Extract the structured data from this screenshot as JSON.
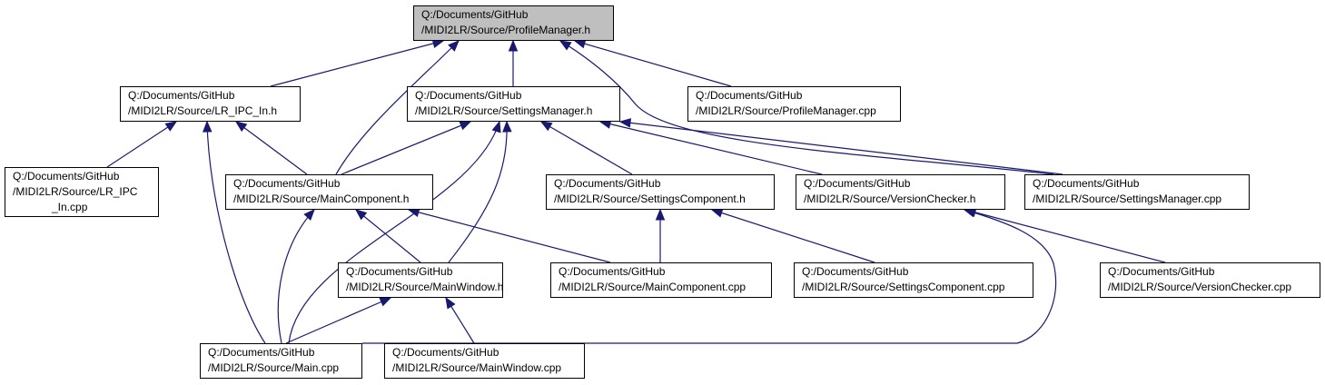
{
  "nodes": [
    {
      "id": "n0",
      "lines": [
        "Q:/Documents/GitHub",
        "/MIDI2LR/Source/ProfileManager.h"
      ],
      "root": true
    },
    {
      "id": "n1",
      "lines": [
        "Q:/Documents/GitHub",
        "/MIDI2LR/Source/LR_IPC_In.h"
      ]
    },
    {
      "id": "n2",
      "lines": [
        "Q:/Documents/GitHub",
        "/MIDI2LR/Source/SettingsManager.h"
      ]
    },
    {
      "id": "n3",
      "lines": [
        "Q:/Documents/GitHub",
        "/MIDI2LR/Source/ProfileManager.cpp"
      ]
    },
    {
      "id": "n4",
      "lines": [
        "Q:/Documents/GitHub",
        "/MIDI2LR/Source/LR_IPC",
        "_In.cpp"
      ]
    },
    {
      "id": "n5",
      "lines": [
        "Q:/Documents/GitHub",
        "/MIDI2LR/Source/MainComponent.h"
      ]
    },
    {
      "id": "n6",
      "lines": [
        "Q:/Documents/GitHub",
        "/MIDI2LR/Source/SettingsComponent.h"
      ]
    },
    {
      "id": "n7",
      "lines": [
        "Q:/Documents/GitHub",
        "/MIDI2LR/Source/VersionChecker.h"
      ]
    },
    {
      "id": "n8",
      "lines": [
        "Q:/Documents/GitHub",
        "/MIDI2LR/Source/SettingsManager.cpp"
      ]
    },
    {
      "id": "n9",
      "lines": [
        "Q:/Documents/GitHub",
        "/MIDI2LR/Source/MainWindow.h"
      ]
    },
    {
      "id": "n10",
      "lines": [
        "Q:/Documents/GitHub",
        "/MIDI2LR/Source/MainComponent.cpp"
      ]
    },
    {
      "id": "n11",
      "lines": [
        "Q:/Documents/GitHub",
        "/MIDI2LR/Source/SettingsComponent.cpp"
      ]
    },
    {
      "id": "n12",
      "lines": [
        "Q:/Documents/GitHub",
        "/MIDI2LR/Source/VersionChecker.cpp"
      ]
    },
    {
      "id": "n13",
      "lines": [
        "Q:/Documents/GitHub",
        "/MIDI2LR/Source/Main.cpp"
      ]
    },
    {
      "id": "n14",
      "lines": [
        "Q:/Documents/GitHub",
        "/MIDI2LR/Source/MainWindow.cpp"
      ]
    }
  ],
  "edges": [
    {
      "from": "n1",
      "to": "n0"
    },
    {
      "from": "n5",
      "to": "n0"
    },
    {
      "from": "n2",
      "to": "n0"
    },
    {
      "from": "n3",
      "to": "n0"
    },
    {
      "from": "n8",
      "to": "n0"
    },
    {
      "from": "n4",
      "to": "n1"
    },
    {
      "from": "n13",
      "to": "n1"
    },
    {
      "from": "n5",
      "to": "n1"
    },
    {
      "from": "n5",
      "to": "n2"
    },
    {
      "from": "n13",
      "to": "n2"
    },
    {
      "from": "n9",
      "to": "n2"
    },
    {
      "from": "n6",
      "to": "n2"
    },
    {
      "from": "n7",
      "to": "n2"
    },
    {
      "from": "n8",
      "to": "n2"
    },
    {
      "from": "n13",
      "to": "n5"
    },
    {
      "from": "n9",
      "to": "n5"
    },
    {
      "from": "n10",
      "to": "n5"
    },
    {
      "from": "n10",
      "to": "n6"
    },
    {
      "from": "n11",
      "to": "n6"
    },
    {
      "from": "n13",
      "to": "n7"
    },
    {
      "from": "n12",
      "to": "n7"
    },
    {
      "from": "n13",
      "to": "n9"
    },
    {
      "from": "n14",
      "to": "n9"
    }
  ],
  "colors": {
    "edge": "#191970",
    "border": "#000000",
    "root_fill": "#bfbfbf",
    "node_fill": "#ffffff"
  }
}
